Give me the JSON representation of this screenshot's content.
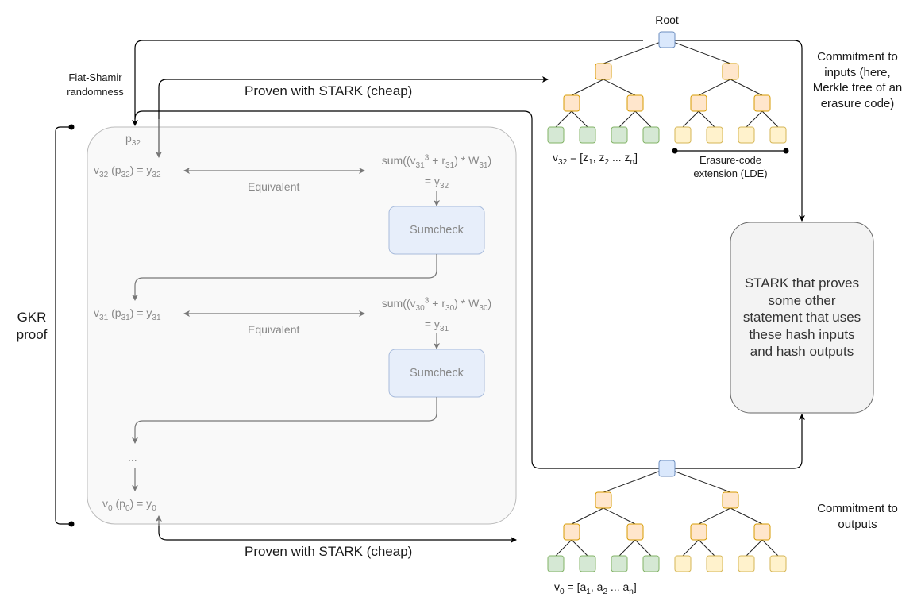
{
  "title": "GKR proof with STARK commitments diagram",
  "colors": {
    "root_fill": "#dae8fc",
    "root_stroke": "#6c8ebf",
    "inner_fill": "#ffe6cc",
    "inner_stroke": "#d79b00",
    "leaf_data_fill": "#d5e8d4",
    "leaf_data_stroke": "#82b366",
    "leaf_ext_fill": "#fff2cc",
    "leaf_ext_stroke": "#d6b656",
    "gkr_box_fill": "#f9f9f9",
    "gkr_box_stroke": "#bbbbbb",
    "sumcheck_fill": "#e7eefa",
    "sumcheck_stroke": "#a9bcdc",
    "stark_box_fill": "#f3f3f3",
    "stark_box_stroke": "#666666"
  },
  "labels": {
    "root": "Root",
    "fiat_shamir": [
      "Fiat-Shamir",
      "randomness"
    ],
    "proven_top": "Proven with STARK (cheap)",
    "proven_bottom": "Proven with STARK (cheap)",
    "gkr_proof": [
      "GKR",
      "proof"
    ],
    "commit_inputs": [
      "Commitment to",
      "inputs (here,",
      "Merkle tree of an",
      "erasure code)"
    ],
    "commit_outputs": [
      "Commitment to",
      "outputs"
    ],
    "erasure": [
      "Erasure-code",
      "extension (LDE)"
    ],
    "stark_box": [
      "STARK that proves",
      "some other",
      "statement that uses",
      "these hash inputs",
      "and hash outputs"
    ],
    "equivalent_1": "Equivalent",
    "equivalent_2": "Equivalent",
    "sumcheck_1": "Sumcheck",
    "sumcheck_2": "Sumcheck",
    "ellipsis": "..."
  },
  "formulas": {
    "p32": {
      "base": "p",
      "sub": "32"
    },
    "v32_eq": [
      {
        "t": "v"
      },
      {
        "s": "32"
      },
      {
        "t": " (p"
      },
      {
        "s": "32"
      },
      {
        "t": ") = y"
      },
      {
        "s": "32"
      }
    ],
    "sum31": [
      {
        "t": "sum((v"
      },
      {
        "s": "31"
      },
      {
        "p": "3"
      },
      {
        "t": " + r"
      },
      {
        "s": "31"
      },
      {
        "t": ") * W"
      },
      {
        "s": "31"
      },
      {
        "t": ")"
      }
    ],
    "eq_y32": [
      {
        "t": "= y"
      },
      {
        "s": "32"
      }
    ],
    "v31_eq": [
      {
        "t": "v"
      },
      {
        "s": "31"
      },
      {
        "t": " (p"
      },
      {
        "s": "31"
      },
      {
        "t": ") = y"
      },
      {
        "s": "31"
      }
    ],
    "sum30": [
      {
        "t": "sum((v"
      },
      {
        "s": "30"
      },
      {
        "p": "3"
      },
      {
        "t": " + r"
      },
      {
        "s": "30"
      },
      {
        "t": ") *  W"
      },
      {
        "s": "30"
      },
      {
        "t": ")"
      }
    ],
    "eq_y31": [
      {
        "t": "= y"
      },
      {
        "s": "31"
      }
    ],
    "v0_eq": [
      {
        "t": "v"
      },
      {
        "s": "0"
      },
      {
        "t": " (p"
      },
      {
        "s": "0"
      },
      {
        "t": ") = y"
      },
      {
        "s": "0"
      }
    ],
    "v32_vec": [
      {
        "t": "v"
      },
      {
        "s": "32"
      },
      {
        "t": " = [z"
      },
      {
        "s": "1"
      },
      {
        "t": ", z"
      },
      {
        "s": "2"
      },
      {
        "t": " ... z"
      },
      {
        "s": "n"
      },
      {
        "t": "]"
      }
    ],
    "v0_vec": [
      {
        "t": "v"
      },
      {
        "s": "0"
      },
      {
        "t": " = [a"
      },
      {
        "s": "1"
      },
      {
        "t": ", a"
      },
      {
        "s": "2"
      },
      {
        "t": " ... a"
      },
      {
        "s": "n"
      },
      {
        "t": "]"
      }
    ]
  },
  "trees": [
    {
      "name": "input-merkle-tree",
      "data_leaves": 4,
      "extension_leaves": 4
    },
    {
      "name": "output-merkle-tree",
      "data_leaves": 4,
      "extension_leaves": 4
    }
  ]
}
